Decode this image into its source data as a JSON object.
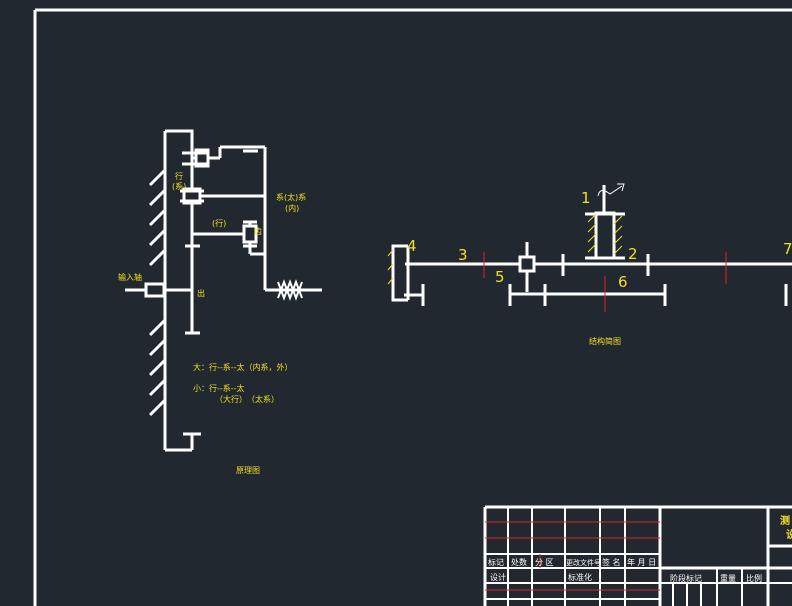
{
  "colors": {
    "background": "#212830",
    "line": "#ffffff",
    "label": "#f0e020",
    "accent_red": "#e0202a"
  },
  "schematic": {
    "input_shaft_label": "输入轴",
    "out_label": "出",
    "xing_label_top": "行",
    "xi_label_top": "(系)",
    "xing_label_mid": "(行)",
    "sun_label": "系(太)系",
    "sun_sub_label": "(内)",
    "gear_label_small": "齿",
    "legend_line1": "大：行--系--太（内系，外）",
    "legend_line2": "小：行--系--太",
    "legend_line3": "（大行）　（太系）",
    "caption": "原理图"
  },
  "structure": {
    "caption": "结构简图",
    "part_labels": [
      "1",
      "2",
      "3",
      "4",
      "5",
      "6",
      "7"
    ]
  },
  "title_block": {
    "row1": [
      "标记",
      "处数",
      "分 区",
      "更改文件号",
      "签 名",
      "年 月 日"
    ],
    "row2": [
      "设计",
      "",
      "",
      "标准化",
      "",
      ""
    ],
    "stage_mark_label": "阶段标记",
    "weight_label": "重量",
    "scale_label": "比例",
    "title_partial": "测",
    "title_partial2": "设"
  }
}
